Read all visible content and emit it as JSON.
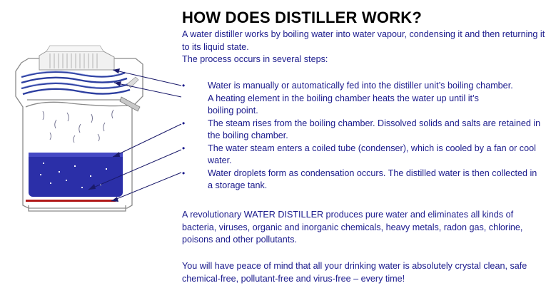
{
  "title": "HOW DOES DISTILLER WORK?",
  "intro": "A water distiller works by boiling water into water vapour, condensing it and then returning it to its liquid state.",
  "intro_steps": "The process occurs in several steps:",
  "bullet": "•",
  "steps": [
    "Water is manually or automatically fed into the distiller unit’s boiling chamber.",
    "A heating element in the boiling chamber heats the water up until it’s boiling point.",
    "The steam rises from the boiling chamber. Dissolved solids and salts are retained in the boiling chamber.",
    "The water steam enters a coiled tube (condenser), which is cooled by a fan or cool water.",
    "Water droplets form as condensation occurs. The distilled water is then collected in a storage tank."
  ],
  "paragraph2": "A revolutionary WATER DISTILLER produces pure water and eliminates all kinds of bacteria, viruses, organic and inorganic chemicals, heavy metals, radon gas, chlorine, poisons and other pollutants.",
  "paragraph3": "You will have peace of mind that all your drinking water is absolutely crystal clean, safe chemical-free, pollutant-free and virus-free – every time!",
  "colors": {
    "text_blue": "#1a1a8c",
    "water_blue": "#2b2fa8",
    "heater_red": "#b01818",
    "arrow_navy": "#1a1a6a"
  }
}
